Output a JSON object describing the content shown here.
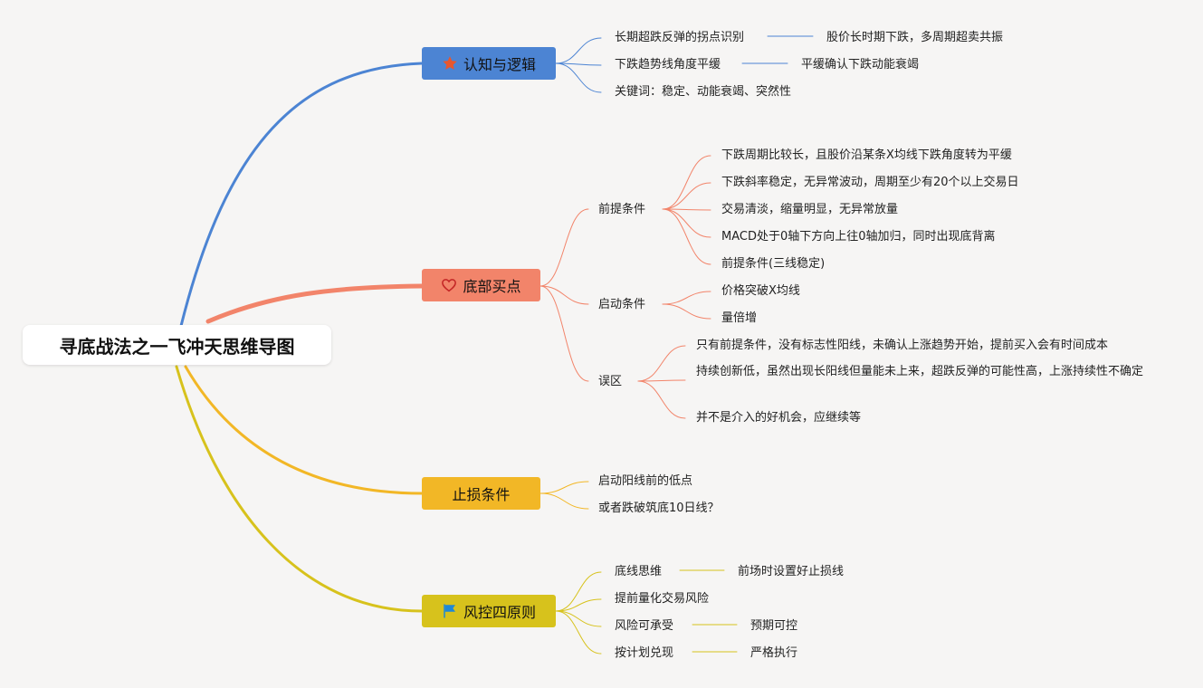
{
  "root": {
    "title": "寻底战法之一飞冲天思维导图"
  },
  "colors": {
    "blue": "#4c84d3",
    "orange": "#f2846a",
    "yellow": "#f2b726",
    "olive": "#d7c21c",
    "star": "#e8572e",
    "heart": "#c42626",
    "flag": "#1e88d6"
  },
  "branches": [
    {
      "label": "认知与逻辑",
      "icon": "star-icon",
      "items": [
        {
          "text": "长期超跌反弹的拐点识别",
          "detail": "股价长时期下跌，多周期超卖共振"
        },
        {
          "text": "下跌趋势线角度平缓",
          "detail": "平缓确认下跌动能衰竭"
        },
        {
          "text": "关键词：稳定、动能衰竭、突然性"
        }
      ]
    },
    {
      "label": "底部买点",
      "icon": "heart-icon",
      "groups": [
        {
          "label": "前提条件",
          "items": [
            "下跌周期比较长，且股价沿某条X均线下跌角度转为平缓",
            "下跌斜率稳定，无异常波动，周期至少有20个以上交易日",
            "交易清淡，缩量明显，无异常放量",
            "MACD处于0轴下方向上往0轴加归，同时出现底背离",
            "前提条件(三线稳定)"
          ]
        },
        {
          "label": "启动条件",
          "items": [
            "价格突破X均线",
            "量倍增"
          ]
        },
        {
          "label": "误区",
          "items": [
            "只有前提条件，没有标志性阳线，未确认上涨趋势开始，提前买入会有时间成本",
            "持续创新低，虽然出现长阳线但量能未上来，超跌反弹的可能性高，上涨持续性不确定",
            "并不是介入的好机会，应继续等"
          ]
        }
      ]
    },
    {
      "label": "止损条件",
      "icon": "",
      "items": [
        {
          "text": "启动阳线前的低点"
        },
        {
          "text": "或者跌破筑底10日线？"
        }
      ]
    },
    {
      "label": "风控四原则",
      "icon": "flag-icon",
      "items": [
        {
          "text": "底线思维",
          "detail": "前场时设置好止损线"
        },
        {
          "text": "提前量化交易风险"
        },
        {
          "text": "风险可承受",
          "detail": "预期可控"
        },
        {
          "text": "按计划兑现",
          "detail": "严格执行"
        }
      ]
    }
  ]
}
